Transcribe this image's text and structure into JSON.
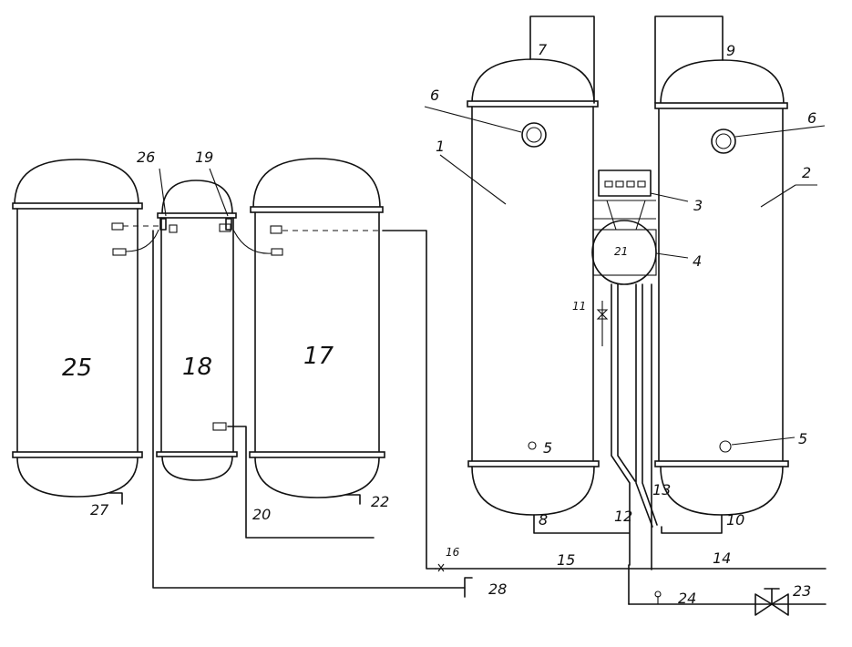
{
  "labels": {
    "l1": "1",
    "l2": "2",
    "l3": "3",
    "l4": "4",
    "l5a": "5",
    "l5b": "5",
    "l6a": "6",
    "l6b": "6",
    "l7": "7",
    "l8": "8",
    "l9": "9",
    "l10": "10",
    "l11": "11",
    "l12": "12",
    "l13": "13",
    "l14": "14",
    "l15": "15",
    "l16": "16",
    "l17": "17",
    "l18": "18",
    "l19": "19",
    "l20": "20",
    "l21": "21",
    "l22": "22",
    "l23": "23",
    "l24": "24",
    "l25": "25",
    "l26": "26",
    "l27": "27",
    "l28": "28"
  }
}
